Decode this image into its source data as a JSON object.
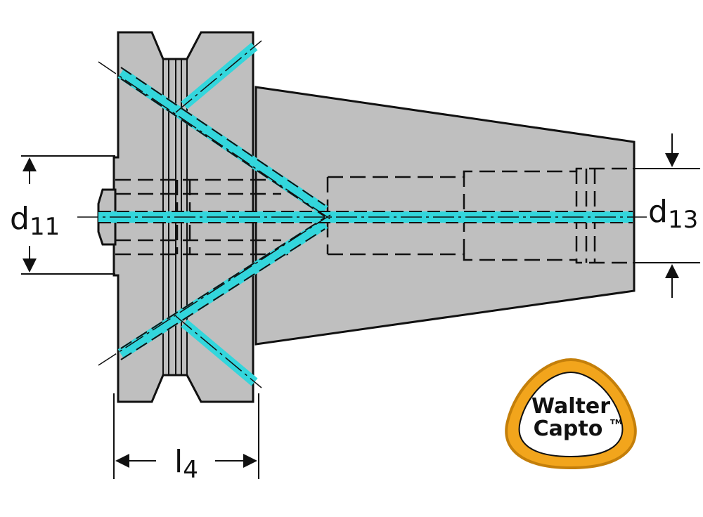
{
  "dimensions": {
    "d11": {
      "symbol": "d",
      "subscript": "11"
    },
    "d13": {
      "symbol": "d",
      "subscript": "13"
    },
    "l4": {
      "symbol": "l",
      "subscript": "4"
    }
  },
  "logo": {
    "line1": "Walter",
    "line2": "Capto",
    "trademark": "TM"
  },
  "colors": {
    "body_fill": "#bfbfbf",
    "outline": "#111111",
    "coolant": "#33d6dc",
    "logo_ring": "#f2a51c",
    "logo_ring_dark": "#c47f0a"
  }
}
